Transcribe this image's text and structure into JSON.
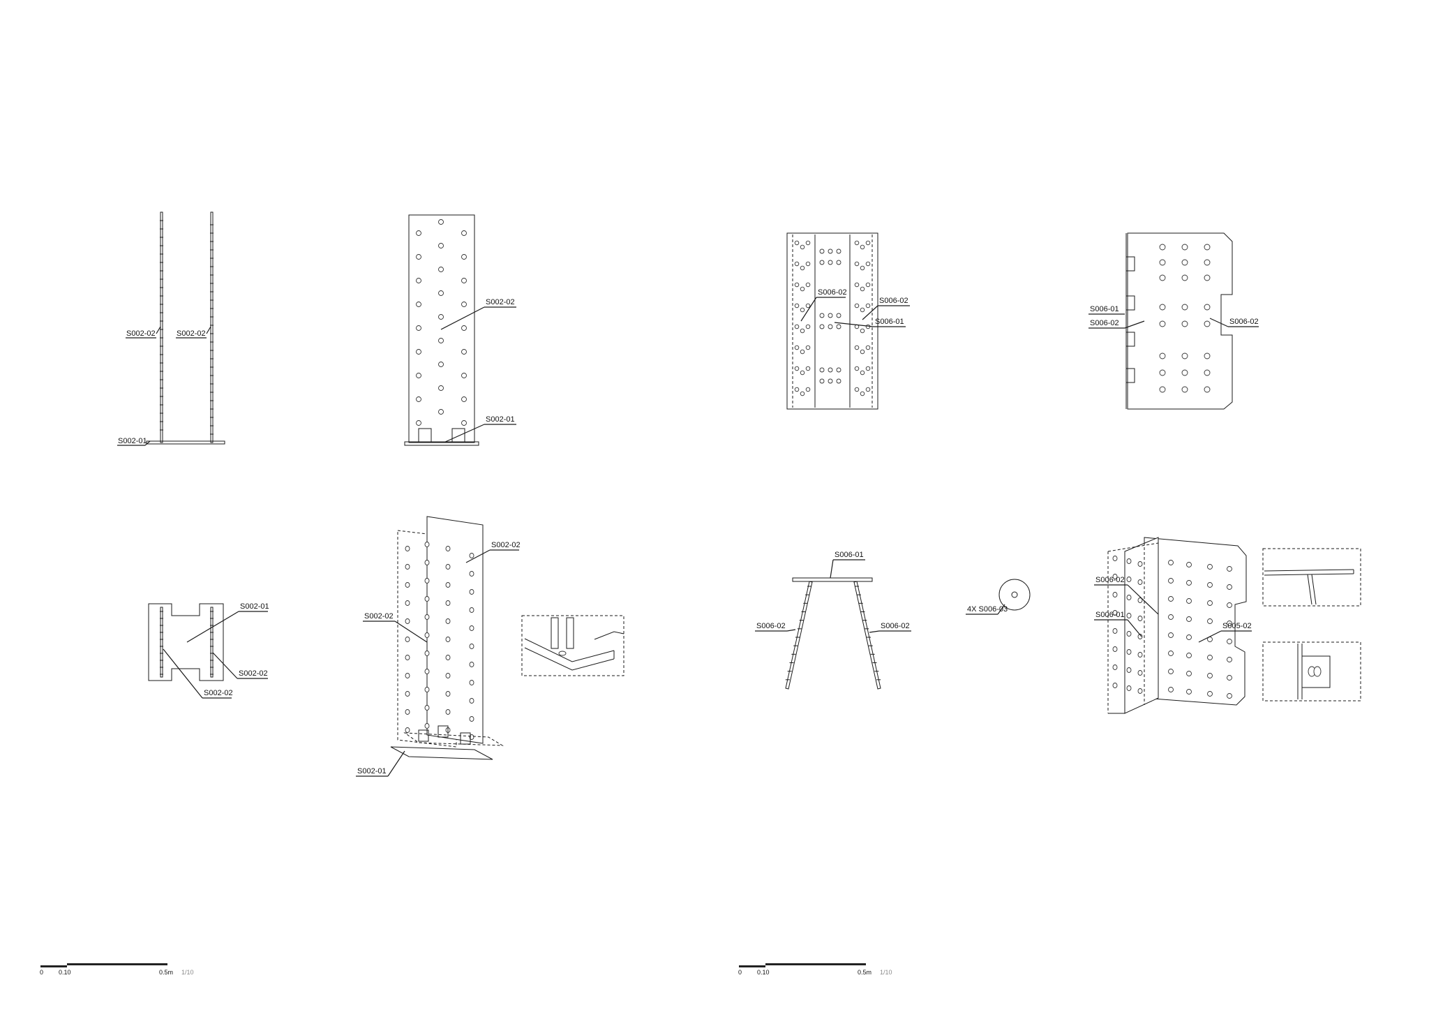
{
  "sheets": [
    {
      "id": "left",
      "labels": {
        "elev_front": [
          "S002-02",
          "S002-02",
          "S002-01"
        ],
        "elev_side": [
          "S002-02",
          "S002-01"
        ],
        "plan": [
          "S002-01",
          "S002-02",
          "S002-02"
        ],
        "iso": [
          "S002-02",
          "S002-02",
          "S002-01"
        ]
      },
      "scale_bar": {
        "start": "0",
        "mid": "0.10",
        "end": "0.5m",
        "ratio": "1/10"
      }
    },
    {
      "id": "right",
      "labels": {
        "elev_front": [
          "S006-02",
          "S006-02",
          "S006-01"
        ],
        "elev_side": [
          "S006-01",
          "S006-02",
          "S006-02"
        ],
        "plan": [
          "S006-01",
          "S006-02",
          "S006-02"
        ],
        "washer": [
          "4X S006-03"
        ],
        "iso": [
          "S006-02",
          "S006-01",
          "S005-02"
        ]
      },
      "scale_bar": {
        "start": "0",
        "mid": "0.10",
        "end": "0.5m",
        "ratio": "1/10"
      }
    }
  ]
}
